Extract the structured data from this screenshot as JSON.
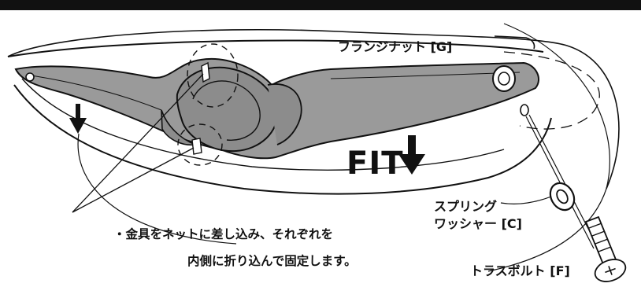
{
  "labels": {
    "flange_nut": "フランジナット [G]",
    "spring_washer_line1": "スプリング",
    "spring_washer_line2": "ワッシャー [C]",
    "truss_bolt": "トラスボルト [F]",
    "fit": "FIT"
  },
  "instruction": {
    "line1": "・金具をネットに差し込み、それぞれを",
    "line2": "内側に折り込んで固定します。"
  },
  "colors": {
    "plate": "#9a9a9a",
    "line": "#111111",
    "background": "#ffffff"
  }
}
